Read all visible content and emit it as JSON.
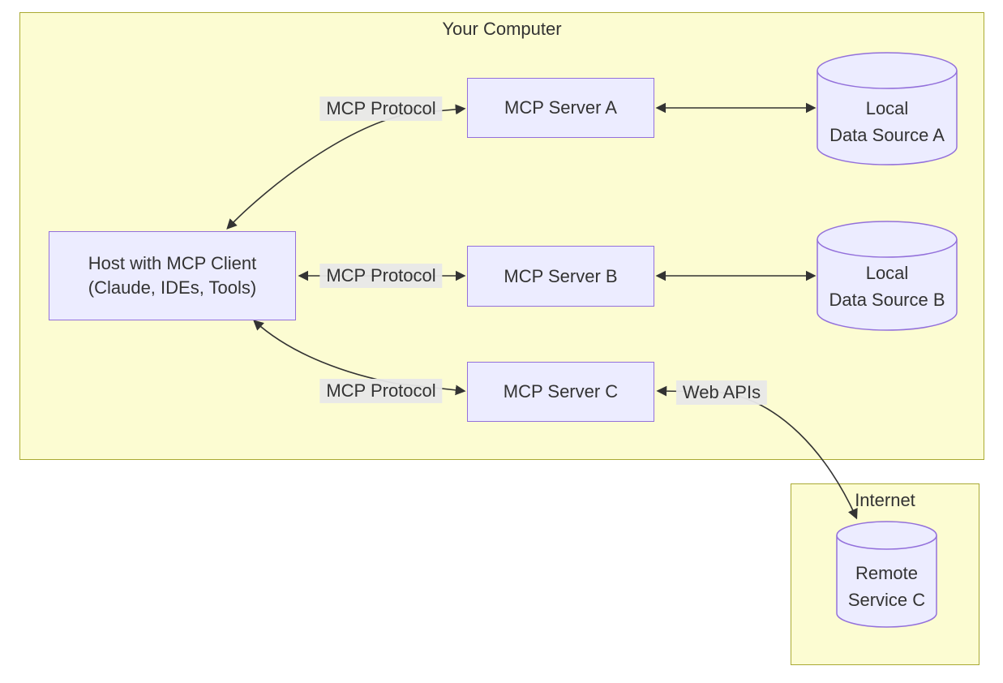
{
  "clusters": {
    "computer": {
      "label": "Your Computer"
    },
    "internet": {
      "label": "Internet"
    }
  },
  "nodes": {
    "host": {
      "line1": "Host with MCP Client",
      "line2": "(Claude, IDEs, Tools)"
    },
    "server_a": {
      "label": "MCP Server A"
    },
    "server_b": {
      "label": "MCP Server B"
    },
    "server_c": {
      "label": "MCP Server C"
    },
    "data_a": {
      "line1": "Local",
      "line2": "Data Source A"
    },
    "data_b": {
      "line1": "Local",
      "line2": "Data Source B"
    },
    "remote_c": {
      "line1": "Remote",
      "line2": "Service C"
    }
  },
  "edge_labels": {
    "protocol_a": "MCP Protocol",
    "protocol_b": "MCP Protocol",
    "protocol_c": "MCP Protocol",
    "web_apis": "Web APIs"
  },
  "colors": {
    "node_fill": "#ececff",
    "node_border": "#9370db",
    "cluster_fill": "#fcfcd2",
    "cluster_border": "#aaaa33",
    "edge": "#333333",
    "edge_label_bg": "#e8e8e8",
    "text": "#333333"
  }
}
